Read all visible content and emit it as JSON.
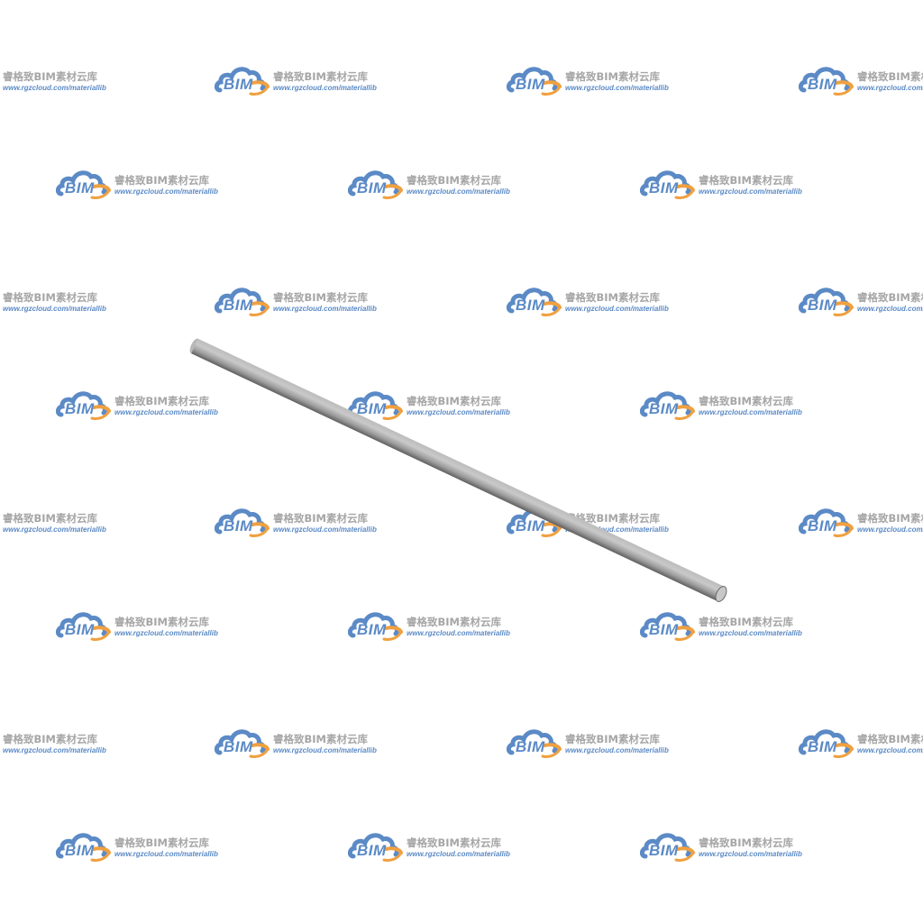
{
  "watermark": {
    "logo_text": "BIM",
    "title": "睿格致BIM素材云库",
    "url": "www.rgzcloud.com/materiallib",
    "icon": "cloud-logo-icon",
    "colors": {
      "cloud_blue": "#5b8ac6",
      "swoosh_orange": "#f0a040",
      "title_gray": "#a6a6a6"
    }
  },
  "model": {
    "object": "cylindrical-rod",
    "colors": {
      "light": "#d2d2d2",
      "mid": "#b3b3b3",
      "dark": "#6e6e6e",
      "edge": "#555555",
      "end_cap": "#c8c8c8"
    }
  },
  "colors": {
    "background": "#ffffff"
  }
}
